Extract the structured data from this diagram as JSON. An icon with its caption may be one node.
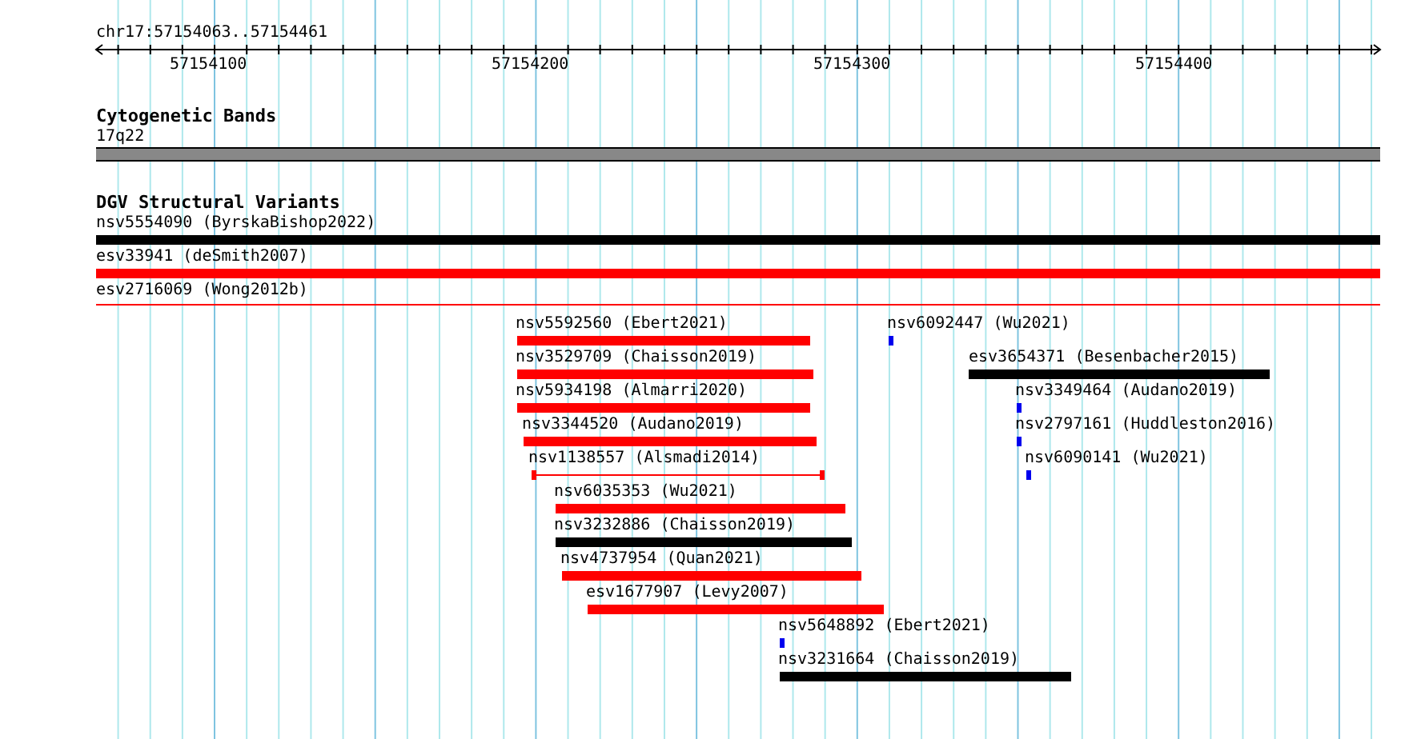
{
  "diagram": {
    "title": "chr17:57154063..57154461",
    "labels": [
      "57154100",
      "57154200",
      "57154300",
      "57154400",
      "Cytogenetic Bands",
      "17q22",
      "DGV Structural Variants",
      "nsv5554090 (ByrskaBishop2022)",
      "esv33941 (deSmith2007)",
      "esv2716069 (Wong2012b)",
      "nsv5592560 (Ebert2021)",
      "nsv6092447 (Wu2021)",
      "nsv3529709 (Chaisson2019)",
      "esv3654371 (Besenbacher2015)",
      "nsv5934198 (Almarri2020)",
      "nsv3349464 (Audano2019)",
      "nsv3344520 (Audano2019)",
      "nsv2797161 (Huddleston2016)",
      "nsv1138557 (Alsmadi2014)",
      "nsv6090141 (Wu2021)",
      "nsv6035353 (Wu2021)",
      "nsv3232886 (Chaisson2019)",
      "nsv4737954 (Quan2021)",
      "esv1677907 (Levy2007)",
      "nsv5648892 (Ebert2021)",
      "nsv3231664 (Chaisson2019)"
    ]
  }
}
